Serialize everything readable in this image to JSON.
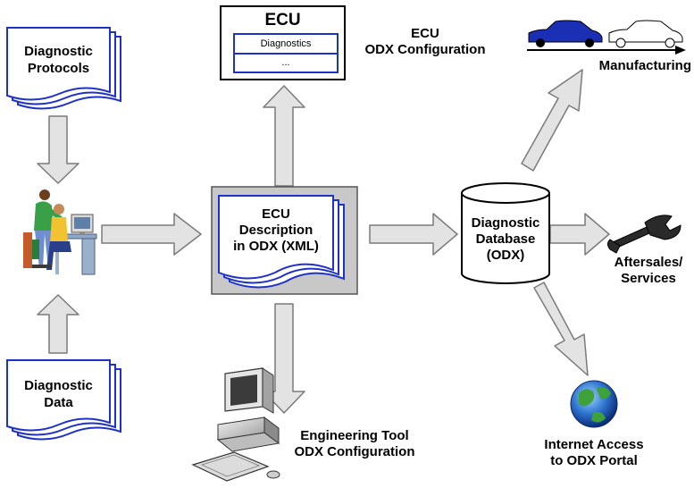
{
  "ecu_box": {
    "title": "ECU",
    "rows": [
      "Diagnostics",
      "..."
    ]
  },
  "ecu_config_label": [
    "ECU",
    "ODX Configuration"
  ],
  "diagnostic_protocols_doc": [
    "Diagnostic",
    "Protocols"
  ],
  "diagnostic_data_doc": [
    "Diagnostic",
    "Data"
  ],
  "ecu_description_doc": [
    "ECU",
    "Description",
    "in ODX (XML)"
  ],
  "diagnostic_database": [
    "Diagnostic",
    "Database",
    "(ODX)"
  ],
  "manufacturing_label": "Manufacturing",
  "aftersales_label": [
    "Aftersales/",
    "Services"
  ],
  "internet_label": [
    "Internet Access",
    "to ODX Portal"
  ],
  "engineering_tool_label": [
    "Engineering Tool",
    "ODX Configuration"
  ],
  "colors": {
    "doc_border": "#1f32c8",
    "arrow_fill": "#e3e3e3",
    "arrow_stroke": "#7a7a7a",
    "panel_fill": "#c8c8c8",
    "car_blue": "#1a2fb4"
  },
  "icons": [
    "engineers-workstation-icon",
    "desktop-computer-icon",
    "car-icon",
    "wrench-icon",
    "globe-icon"
  ]
}
